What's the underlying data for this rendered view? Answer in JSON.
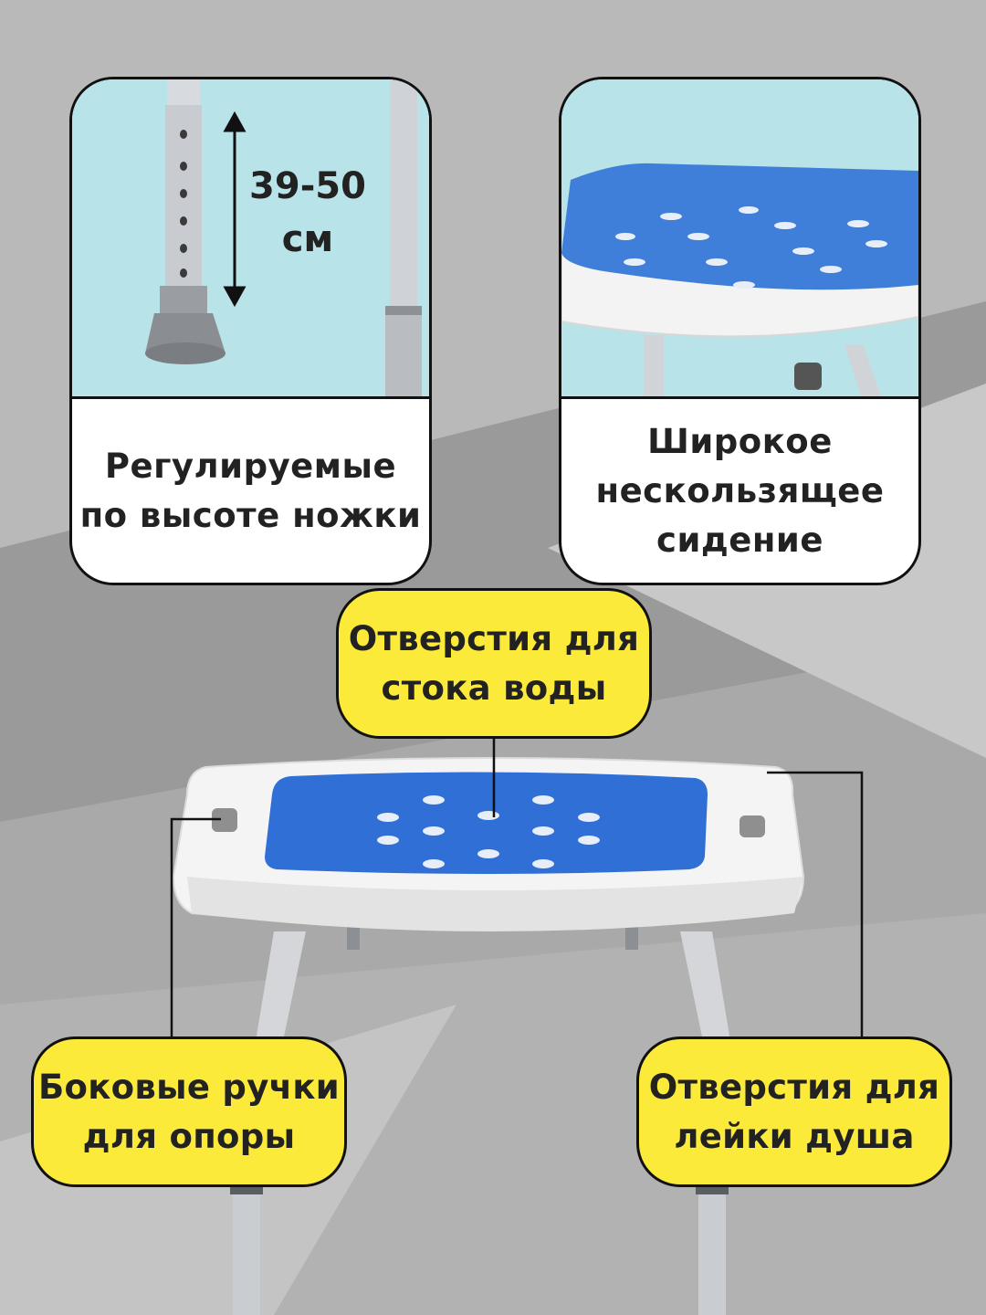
{
  "cards": {
    "legs": {
      "caption_line1": "Регулируемые",
      "caption_line2": "по высоте ножки",
      "height_value": "39-50",
      "height_unit": "см"
    },
    "seat": {
      "caption_line1": "Широкое",
      "caption_line2": "нескользящее",
      "caption_line3": "сидение"
    }
  },
  "callouts": {
    "drain": {
      "line1": "Отверстия для",
      "line2": "стока воды"
    },
    "handles": {
      "line1": "Боковые ручки",
      "line2": "для опоры"
    },
    "shower": {
      "line1": "Отверстия для",
      "line2": "лейки душа"
    }
  },
  "colors": {
    "callout_bg": "#fbea3a",
    "seat_pad": "#2f6fd6",
    "photo_bg": "#b8e3e8"
  }
}
